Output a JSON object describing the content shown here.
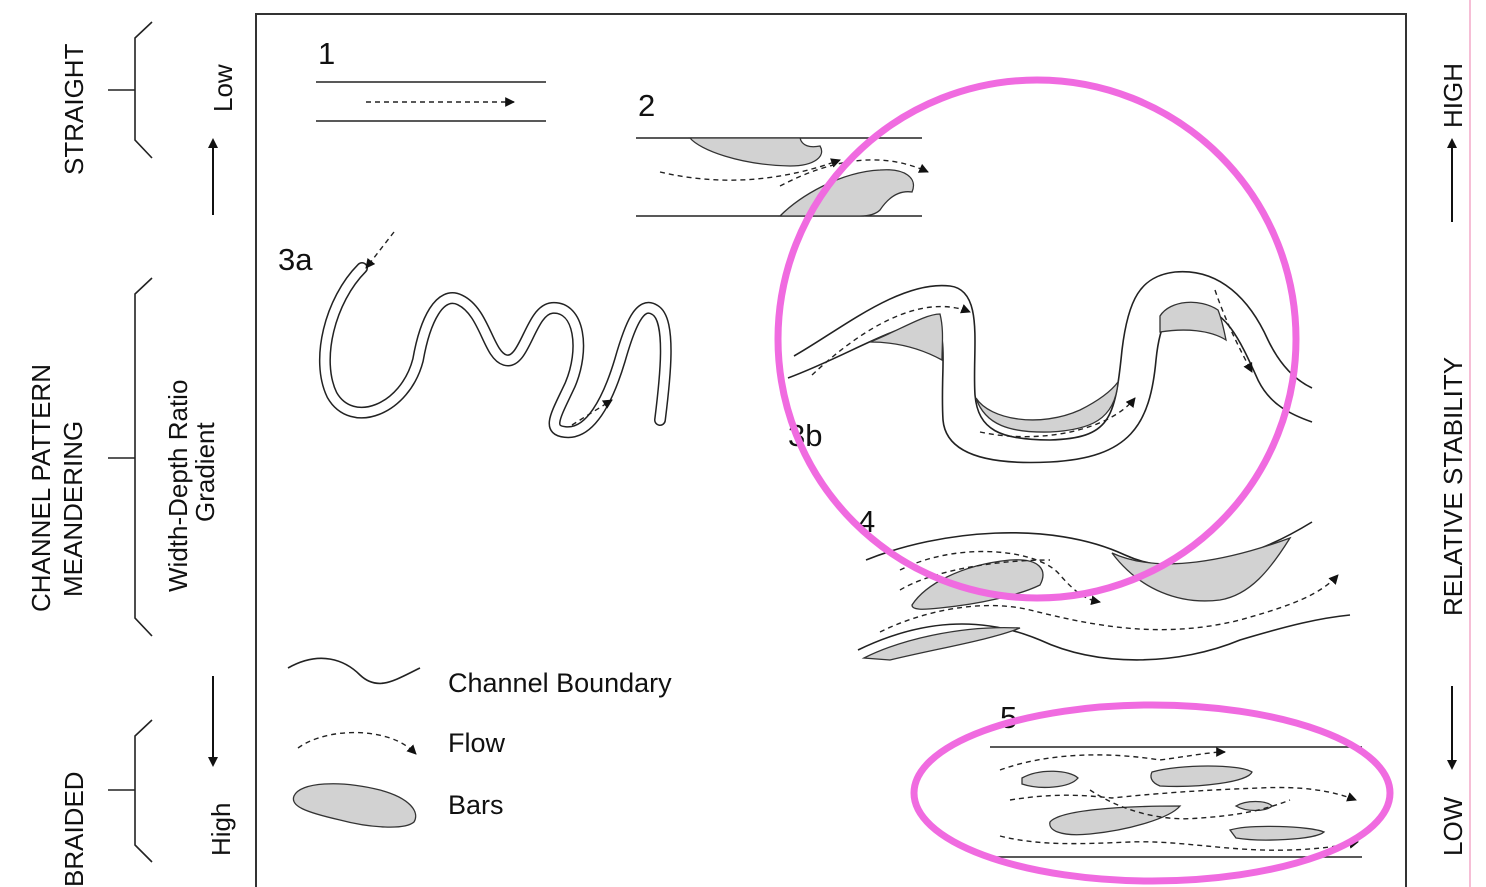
{
  "left_labels": {
    "straight": "STRAIGHT",
    "channel_pattern": "CHANNEL PATTERN",
    "meandering": "MEANDERING",
    "braided": "BRAIDED",
    "low": "Low",
    "high": "High",
    "width_depth_ratio": "Width-Depth Ratio",
    "gradient": "Gradient"
  },
  "right_labels": {
    "high": "HIGH",
    "relative_stability": "RELATIVE STABILITY",
    "low": "LOW"
  },
  "patterns": {
    "p1": "1",
    "p2": "2",
    "p3a": "3a",
    "p3b": "3b",
    "p4": "4",
    "p5": "5"
  },
  "legend": {
    "channel_boundary": "Channel Boundary",
    "flow": "Flow",
    "bars": "Bars"
  },
  "colors": {
    "highlight": "#f06be0",
    "bar_fill": "#d2d2d2",
    "line": "#222222"
  }
}
